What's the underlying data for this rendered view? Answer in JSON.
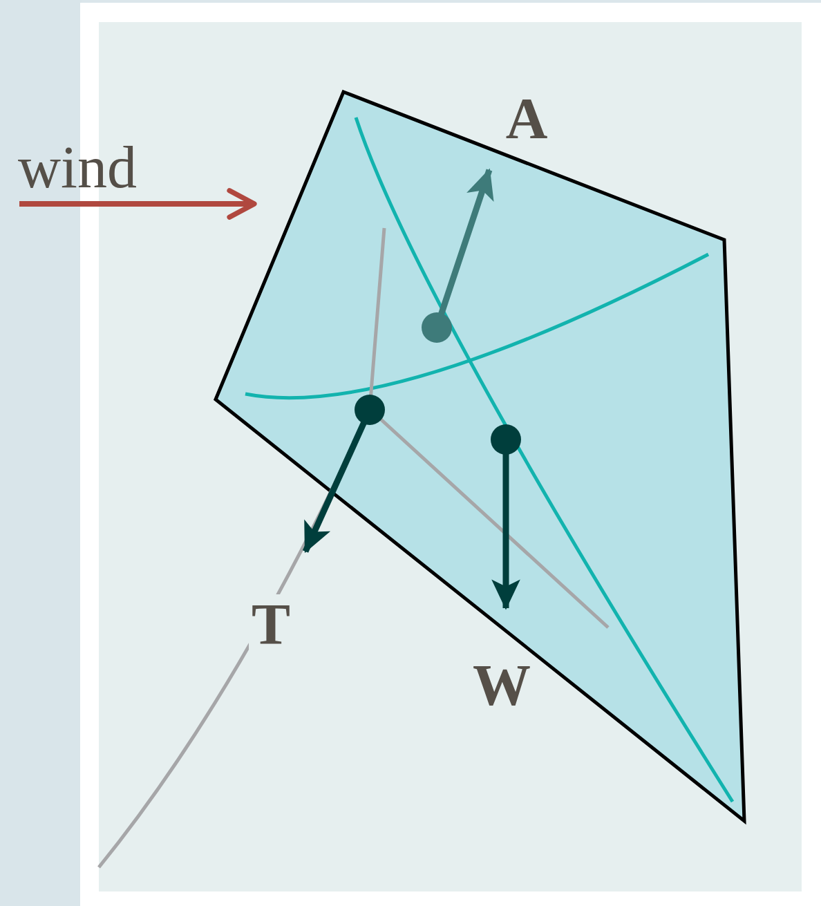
{
  "diagram": {
    "labels": [
      "wind",
      "A",
      "T",
      "W"
    ]
  }
}
